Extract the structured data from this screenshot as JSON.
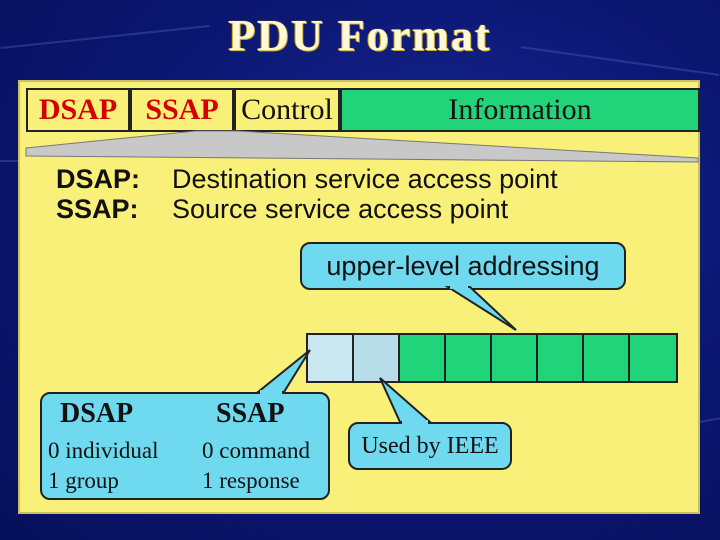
{
  "title": "PDU Format",
  "pdu_fields": [
    {
      "label": "DSAP"
    },
    {
      "label": "SSAP"
    },
    {
      "label": "Control"
    },
    {
      "label": "Information"
    }
  ],
  "definitions": [
    {
      "key": "DSAP:",
      "value": "Destination service access point"
    },
    {
      "key": "SSAP:",
      "value": "Source service access point"
    }
  ],
  "callouts": {
    "upper_level": "upper-level addressing",
    "used_by_ieee": "Used by IEEE",
    "dsap_header": "DSAP",
    "ssap_header": "SSAP",
    "dsap_0": "0 individual",
    "dsap_1": "1 group",
    "ssap_0": "0 command",
    "ssap_1": "1 response"
  },
  "colors": {
    "background": "#0b1670",
    "panel": "#f9f07a",
    "field_accent": "#d40000",
    "information": "#21d47a",
    "callout": "#6fd9ef"
  }
}
